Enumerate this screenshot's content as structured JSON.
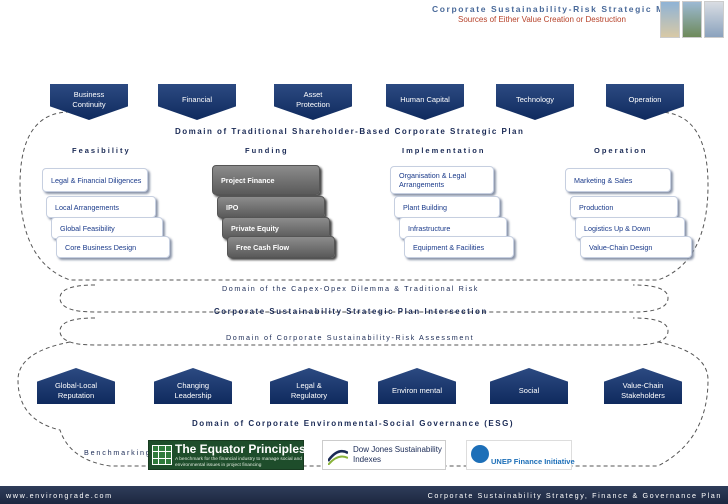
{
  "header": {
    "title": "Corporate Sustainability-Risk Strategic Map",
    "subtitle": "Sources of Either Value Creation or Destruction"
  },
  "top_arrows": [
    {
      "label": "Business Continuity"
    },
    {
      "label": "Financial"
    },
    {
      "label": "Asset Protection"
    },
    {
      "label": "Human Capital"
    },
    {
      "label": "Technology"
    },
    {
      "label": "Operation"
    }
  ],
  "traditional_domain": "Domain of Traditional Shareholder-Based Corporate Strategic Plan",
  "columns": [
    {
      "heading": "Feasibility",
      "items": [
        "Legal & Financial Diligences",
        "Local Arrangements",
        "Global Feasibility",
        "Core Business Design"
      ]
    },
    {
      "heading": "Funding",
      "items": [
        "Project Finance",
        "IPO",
        "Private Equity",
        "Free Cash Flow"
      ]
    },
    {
      "heading": "Implementation",
      "items": [
        "Organisation & Legal Arrangements",
        "Plant Building",
        "Infrastructure",
        "Equipment & Facilities"
      ]
    },
    {
      "heading": "Operation",
      "items": [
        "Marketing & Sales",
        "Production",
        "Logistics Up & Down",
        "Value-Chain Design"
      ]
    }
  ],
  "bands": {
    "capex": "Domain of the Capex-Opex Dilemma & Traditional Risk",
    "intersection": "Corporate Sustainability Strategic Plan Intersection",
    "assessment": "Domain of Corporate Sustainability-Risk Assessment"
  },
  "bottom_arrows": [
    {
      "label": "Global-Local Reputation"
    },
    {
      "label": "Changing Leadership"
    },
    {
      "label": "Legal & Regulatory"
    },
    {
      "label": "Environ mental"
    },
    {
      "label": "Social"
    },
    {
      "label": "Value-Chain Stakeholders"
    }
  ],
  "esg_domain": "Domain of Corporate Environmental-Social Governance (ESG)",
  "benchmarking": {
    "label": "Benchmarking",
    "equator_title": "The Equator Principles",
    "equator_sub": "A benchmark for the financial industry to manage social and environmental issues in project financing",
    "dowjones": "Dow Jones Sustainability Indexes",
    "unep": "UNEP Finance Initiative"
  },
  "footer": {
    "left": "www.environgrade.com",
    "right": "Corporate Sustainability Strategy, Finance & Governance Plan"
  },
  "colors": {
    "navy": "#0f2a5e",
    "accent_red": "#b6422a",
    "funding_gray": "#6a6a6a"
  }
}
